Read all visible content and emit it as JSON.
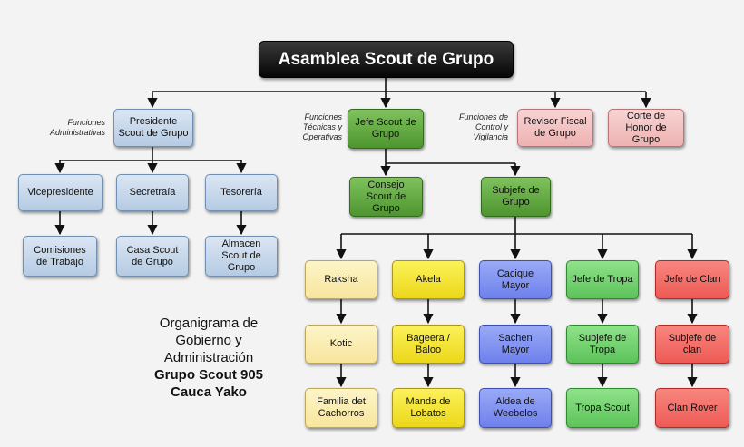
{
  "nodes": {
    "asamblea": "Asamblea Scout de Grupo",
    "presidente": "Presidente Scout de Grupo",
    "jefe_scout": "Jefe Scout de Grupo",
    "revisor_fiscal": "Revisor Fiscal de Grupo",
    "corte_honor": "Corte de Honor de Grupo",
    "vicepresidente": "Vicepresidente",
    "secretaria": "Secretraía",
    "tesoreria": "Tesorería",
    "comisiones": "Comisiones de Trabajo",
    "casa_scout": "Casa Scout de Grupo",
    "almacen": "Almacen Scout de Grupo",
    "consejo_scout": "Consejo Scout de Grupo",
    "subjefe_grupo": "Subjefe de Grupo",
    "raksha": "Raksha",
    "kotic": "Kotic",
    "familia": "Familia det Cachorros",
    "akela": "Akela",
    "bageera": "Bageera / Baloo",
    "manda": "Manda de Lobatos",
    "cacique": "Cacique Mayor",
    "sachen": "Sachen Mayor",
    "aldea": "Aldea de Weebelos",
    "jefe_tropa": "Jefe de Tropa",
    "subjefe_tropa": "Subjefe de Tropa",
    "tropa": "Tropa Scout",
    "jefe_clan": "Jefe de Clan",
    "subjefe_clan": "Subjefe de clan",
    "clan": "Clan Rover"
  },
  "labels": {
    "administrativas": "Funciones Administrativas",
    "tecnicas": "Funciones Técnicas y Operativas",
    "control": "Funciones de Control y Vigilancia"
  },
  "title": {
    "line1": "Organigrama de",
    "line2": "Gobierno y",
    "line3": "Administración",
    "line4": "Grupo Scout 905",
    "line5": "Cauca Yako"
  },
  "colors": {
    "root": "#111111",
    "admin": "#c8d8ec",
    "technical": "#5fa83d",
    "control": "#f2c2c2",
    "manada": "#faecb0",
    "lobatos": "#f4e43a",
    "weebelos": "#8293f1",
    "tropa": "#74d270",
    "clan": "#f2706b",
    "connector": "#111111"
  }
}
